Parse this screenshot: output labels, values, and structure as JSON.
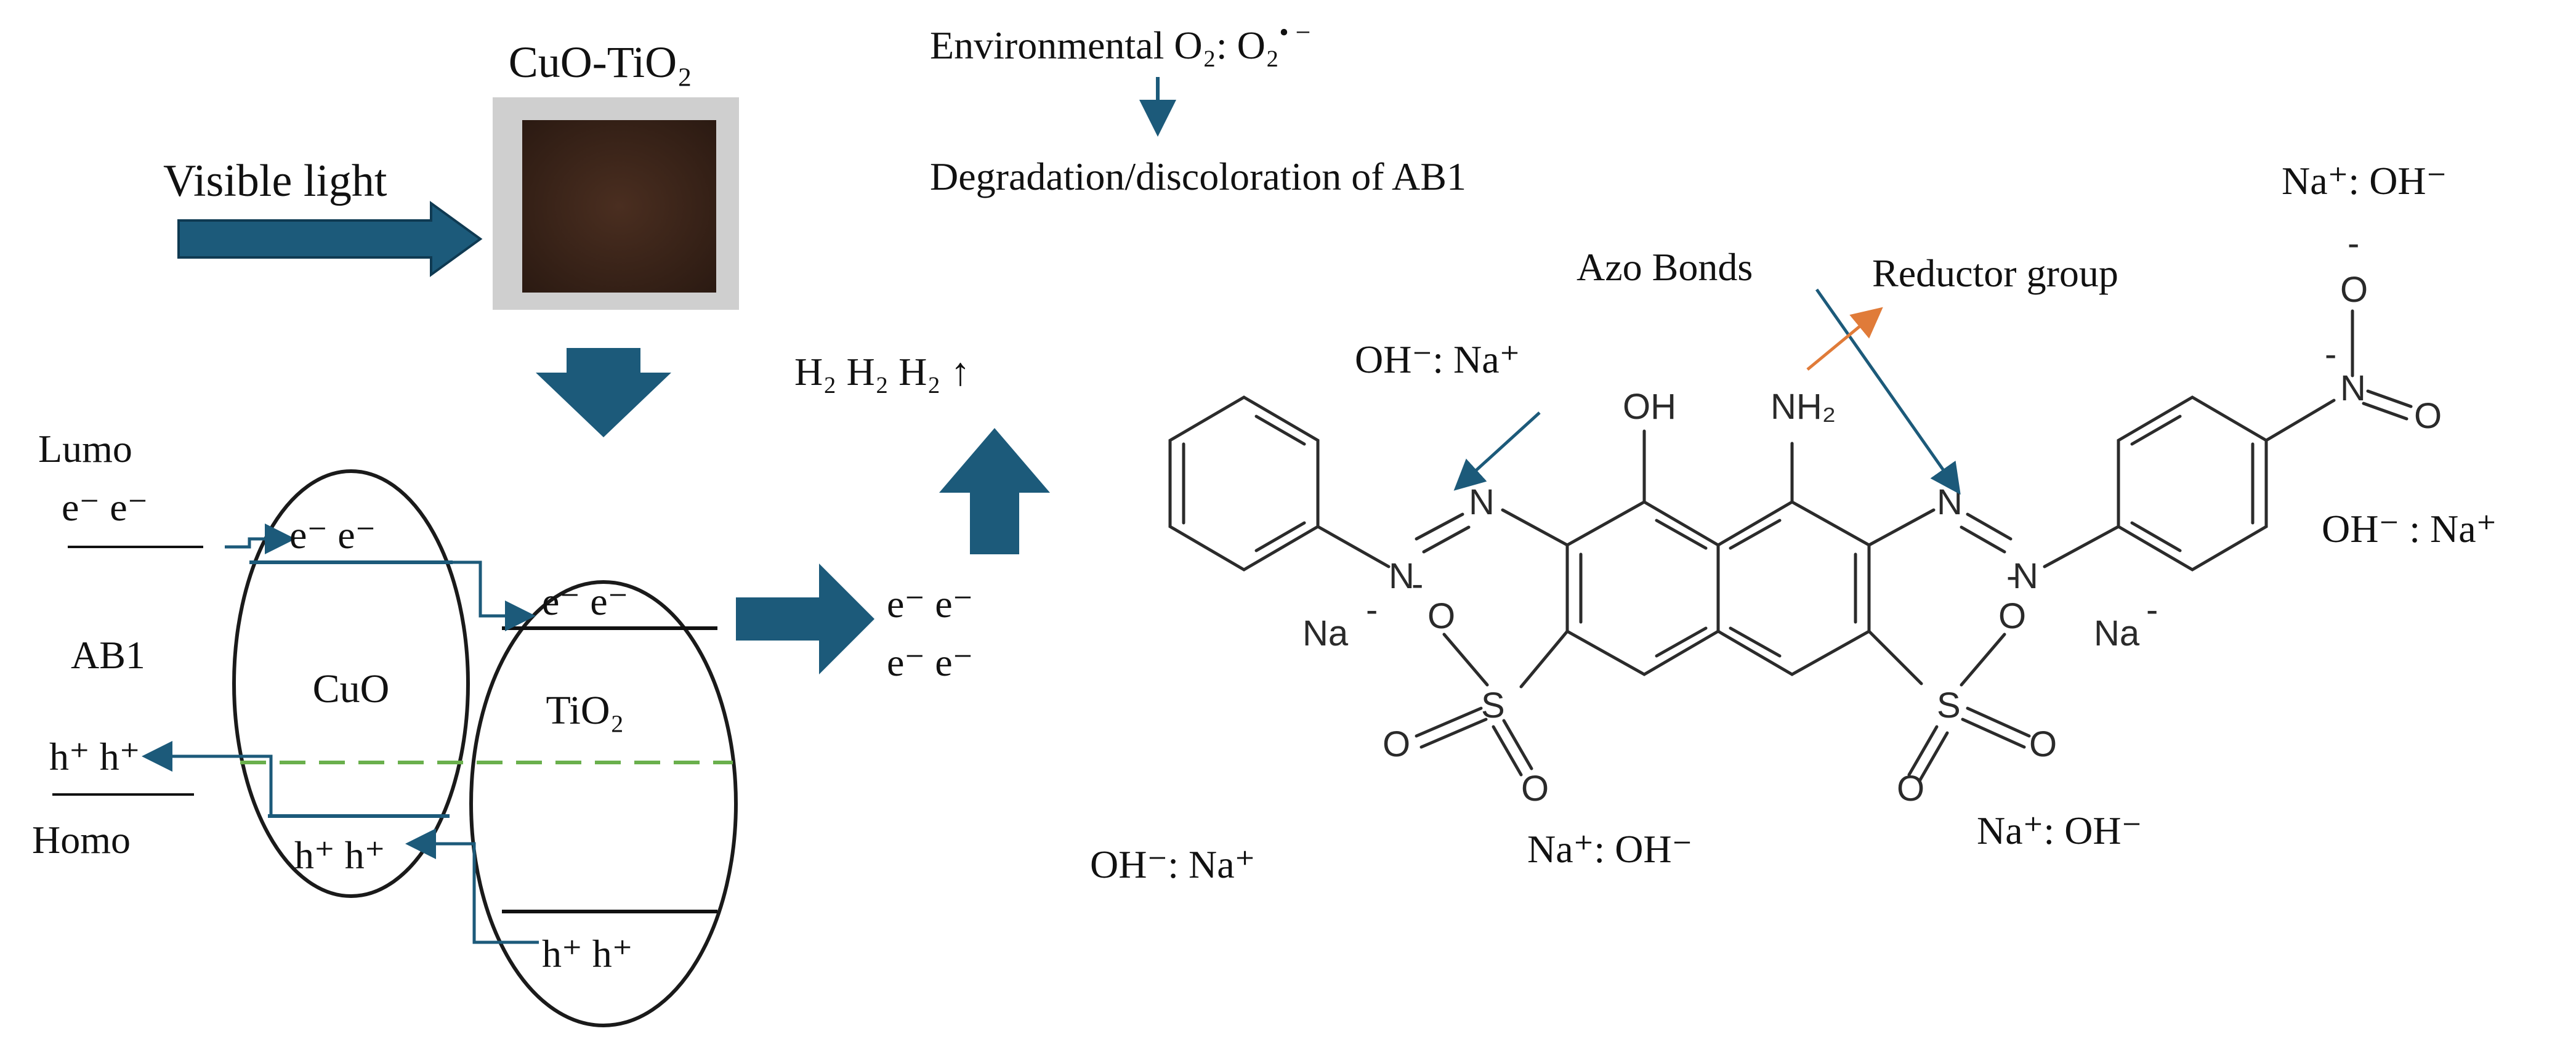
{
  "labels": {
    "sample_title": "CuO-TiO₂",
    "visible_light": "Visible light",
    "env_o2_prefix": "Environmental O₂:  O₂",
    "env_o2_radical": "• −",
    "degradation": "Degradation/discoloration of AB1",
    "hydrogen": "H₂ H₂ H₂ ↑",
    "lumo": "Lumo",
    "homo": "Homo",
    "ab1": "AB1",
    "cuo": "CuO",
    "tio2": "TiO₂",
    "e_pair": "e⁻ e⁻",
    "h_pair": "h⁺ h⁺",
    "azo_bonds": "Azo Bonds",
    "reductor_group": "Reductor group",
    "na_oh_top_right": "Na⁺: OH⁻",
    "oh_na_top_left": "OH⁻: Na⁺",
    "oh_na_right": "OH⁻ : Na⁺",
    "oh_na_bottom_left": "OH⁻: Na⁺",
    "na_oh_bottom_mid": "Na⁺: OH⁻",
    "na_oh_bottom_right": "Na⁺: OH⁻"
  },
  "molecule": {
    "oh": "OH",
    "nh2": "NH₂",
    "n": "N",
    "o": "O",
    "s": "S",
    "na": "Na",
    "minus": "-"
  },
  "colors": {
    "arrow_blue": "#1c5a7a",
    "arrow_orange": "#e07b39",
    "dashed_green": "#6ab04c",
    "bond": "#2b2b2b",
    "sample_dark": "#3a2418"
  }
}
